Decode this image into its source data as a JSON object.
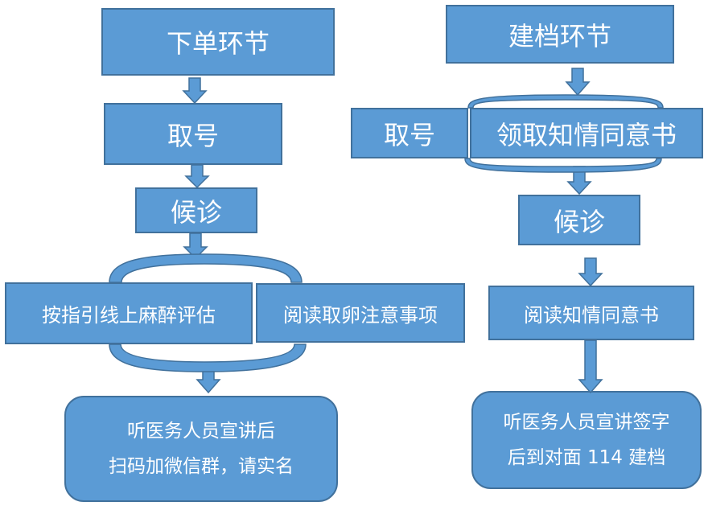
{
  "colors": {
    "fill": "#5b9bd5",
    "stroke": "#41719c",
    "text": "#ffffff"
  },
  "left": {
    "title": "下单环节",
    "take_number": "取号",
    "wait": "候诊",
    "anesthesia": "按指引线上麻醉评估",
    "read_notice": "阅读取卵注意事项",
    "final": {
      "line1": "听医务人员宣讲后",
      "line2": "扫码加微信群，请实名"
    }
  },
  "right": {
    "title": "建档环节",
    "take_number": "取号",
    "consent": "领取知情同意书",
    "wait": "候诊",
    "read_consent": "阅读知情同意书",
    "final": {
      "line1": "听医务人员宣讲签字",
      "line2": "后到对面 114 建档"
    }
  }
}
